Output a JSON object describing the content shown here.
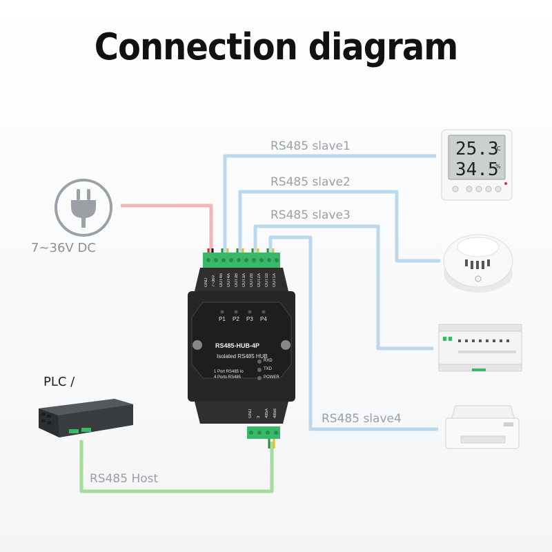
{
  "title": "Connection diagram",
  "power": {
    "label": "7~36V DC",
    "icon": "power-plug-icon"
  },
  "plc": {
    "label": "PLC /",
    "icon": "plc-device-icon"
  },
  "host": {
    "label": "RS485 Host",
    "color": "#a8dc9a"
  },
  "slaves": [
    {
      "label": "RS485 slave1",
      "device": "thermo-hygrometer-icon",
      "display_top": "25.3",
      "display_bottom": "34.5",
      "unit_top": "°C",
      "unit_bottom": "%"
    },
    {
      "label": "RS485 slave2",
      "device": "smoke-detector-icon"
    },
    {
      "label": "RS485 slave3",
      "device": "din-relay-module-icon"
    },
    {
      "label": "RS485 slave4",
      "device": "printer-icon"
    }
  ],
  "hub": {
    "model": "RS485-HUB-4P",
    "subtitle": "Isolated RS485 HUB",
    "desc_line1": "1 Port RS485 to",
    "desc_line2": "4 Ports RS485",
    "ports": [
      "P1",
      "P2",
      "P3",
      "P4"
    ],
    "leds": [
      "RXD",
      "TXD",
      "POWER"
    ],
    "top_terminals": [
      "GND",
      "7~36V",
      "OUT4B",
      "OUT4A",
      "OUT3B",
      "OUT3A",
      "OUT2B",
      "OUT2A",
      "OUT1B",
      "OUT1A"
    ],
    "bottom_terminals": [
      "GND",
      "3",
      "485A",
      "485B"
    ]
  },
  "colors": {
    "power_wire": "#f2b6b6",
    "slave_wire": "#bcd8ec",
    "host_wire": "#a8dc9a",
    "hub_body": "#2a2a2a",
    "terminal": "#3ab86a"
  }
}
